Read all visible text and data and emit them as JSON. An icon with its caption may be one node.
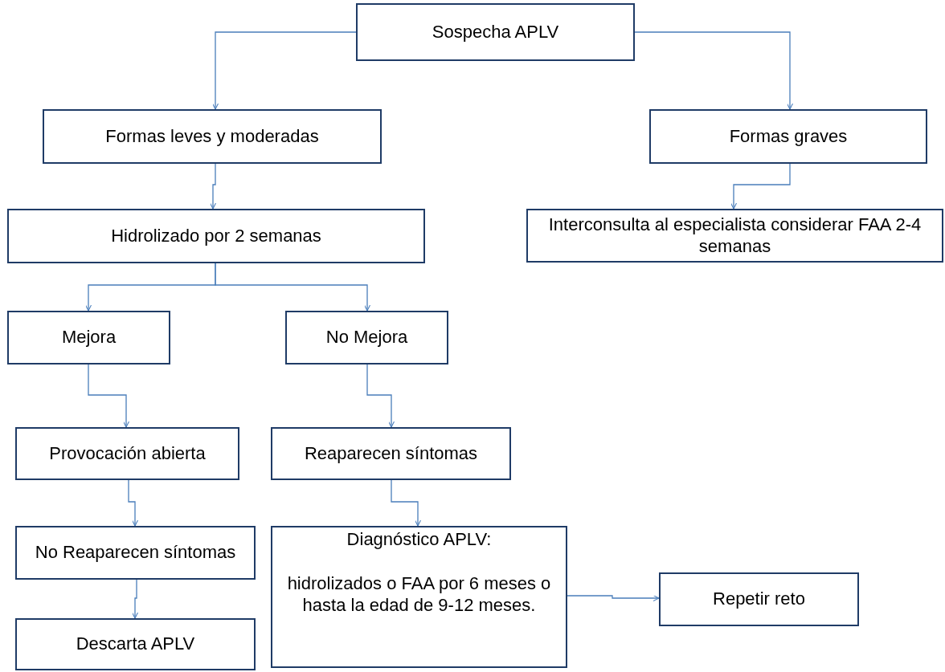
{
  "diagram": {
    "nodes": [
      {
        "text": [
          "Sospecha APLV"
        ]
      },
      {
        "text": [
          "Formas leves y moderadas"
        ]
      },
      {
        "text": [
          "Formas graves"
        ]
      },
      {
        "text": [
          "Hidrolizado por 2 semanas"
        ]
      },
      {
        "text": [
          "Interconsulta al especialista considerar FAA 2-4 semanas"
        ]
      },
      {
        "text": [
          "Mejora"
        ]
      },
      {
        "text": [
          "No Mejora"
        ]
      },
      {
        "text": [
          "Provocación abierta"
        ]
      },
      {
        "text": [
          "Reaparecen síntomas"
        ]
      },
      {
        "text": [
          "No Reaparecen síntomas"
        ]
      },
      {
        "text": [
          "Diagnóstico APLV:",
          "hidrolizados  o FAA  por 6 meses o hasta la edad de 9-12 meses."
        ]
      },
      {
        "text": [
          "Descarta APLV"
        ]
      },
      {
        "text": [
          "Repetir reto"
        ]
      }
    ],
    "edges": [
      {
        "from": 0,
        "to": 1,
        "arrow": "to"
      },
      {
        "from": 0,
        "to": 2,
        "arrow": "to"
      },
      {
        "from": 1,
        "to": 3,
        "arrow": "to"
      },
      {
        "from": 2,
        "to": 4,
        "arrow": "to"
      },
      {
        "from": 3,
        "to": 5,
        "arrow": "to"
      },
      {
        "from": 3,
        "to": 6,
        "arrow": "to"
      },
      {
        "from": 5,
        "to": 7,
        "arrow": "to"
      },
      {
        "from": 6,
        "to": 8,
        "arrow": "to"
      },
      {
        "from": 7,
        "to": 9,
        "arrow": "to"
      },
      {
        "from": 8,
        "to": 10,
        "arrow": "to"
      },
      {
        "from": 9,
        "to": 11,
        "arrow": "to"
      },
      {
        "from": 10,
        "to": 12,
        "arrow": "to"
      }
    ]
  }
}
